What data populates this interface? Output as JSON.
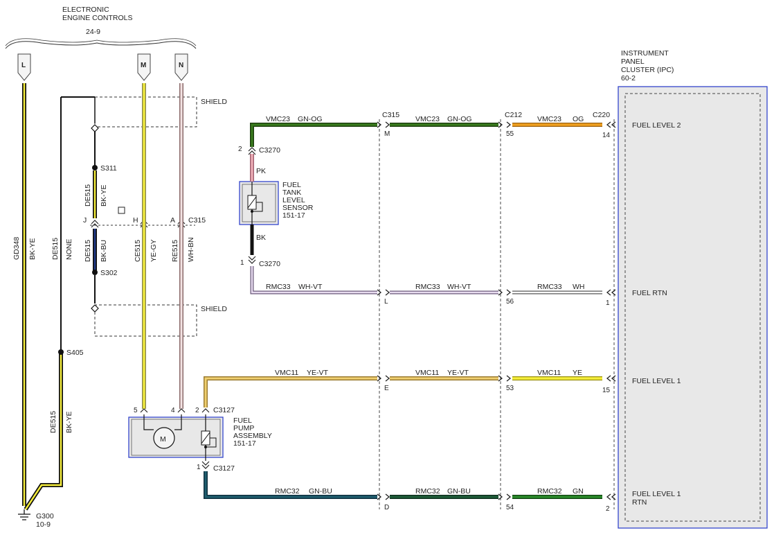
{
  "header": {
    "lines": [
      "ELECTRONIC",
      "ENGINE CONTROLS"
    ],
    "ref": "24-9",
    "tabs": [
      "L",
      "M",
      "N"
    ]
  },
  "ipc": {
    "lines": [
      "INSTRUMENT",
      "PANEL",
      "CLUSTER (IPC)",
      "60-2"
    ],
    "pins": [
      "FUEL LEVEL 2",
      "FUEL RTN",
      "FUEL LEVEL 1"
    ],
    "pin_rtn_lines": [
      "FUEL LEVEL 1",
      "RTN"
    ]
  },
  "shield_label": "SHIELD",
  "splices": {
    "s311": "S311",
    "s302": "S302",
    "s405": "S405"
  },
  "ground": {
    "name": "G300",
    "ref": "10-9"
  },
  "left_wires": {
    "gd348": "GD348",
    "gd348_color": "BK-YE",
    "de515_none": "DE515",
    "none_color": "NONE",
    "de515_bk_ye": "DE515",
    "bk_ye": "BK-YE",
    "de515_bk_bu": "DE515",
    "bk_bu": "BK-BU",
    "ce515": "CE515",
    "ye_gy": "YE-GY",
    "re515": "RE515",
    "wh_bn": "WH-BN",
    "de515_lower": "DE515",
    "bk_ye_lower": "BK-YE"
  },
  "c315_left": {
    "name": "C315",
    "pins": [
      "J",
      "H",
      "A"
    ]
  },
  "sensor": {
    "lines": [
      "FUEL",
      "TANK",
      "LEVEL",
      "SENSOR",
      "151-17"
    ],
    "c3270": "C3270",
    "pin_top": "2",
    "pin_bottom": "1",
    "wire_top": "PK",
    "wire_bottom": "BK"
  },
  "pump": {
    "lines": [
      "FUEL",
      "PUMP",
      "ASSEMBLY",
      "151-17"
    ],
    "c3127": "C3127",
    "pins": [
      "5",
      "4",
      "2"
    ],
    "pin_bottom": "1",
    "motor": "M"
  },
  "connectors": {
    "c315": "C315",
    "c212": "C212",
    "c220": "C220"
  },
  "rows": [
    {
      "c315_pin": "M",
      "c212_pin": "55",
      "c220_pin": "14",
      "seg1": {
        "circuit": "VMC23",
        "color": "GN-OG"
      },
      "seg2": {
        "circuit": "VMC23",
        "color": "GN-OG"
      },
      "seg3": {
        "circuit": "VMC23",
        "color": "OG"
      }
    },
    {
      "c315_pin": "L",
      "c212_pin": "56",
      "c220_pin": "1",
      "seg1": {
        "circuit": "RMC33",
        "color": "WH-VT"
      },
      "seg2": {
        "circuit": "RMC33",
        "color": "WH-VT"
      },
      "seg3": {
        "circuit": "RMC33",
        "color": "WH"
      }
    },
    {
      "c315_pin": "E",
      "c212_pin": "53",
      "c220_pin": "15",
      "seg1": {
        "circuit": "VMC11",
        "color": "YE-VT"
      },
      "seg2": {
        "circuit": "VMC11",
        "color": "YE-VT"
      },
      "seg3": {
        "circuit": "VMC11",
        "color": "YE"
      }
    },
    {
      "c315_pin": "D",
      "c212_pin": "54",
      "c220_pin": "2",
      "seg1": {
        "circuit": "RMC32",
        "color": "GN-BU"
      },
      "seg2": {
        "circuit": "RMC32",
        "color": "GN-BU"
      },
      "seg3": {
        "circuit": "RMC32",
        "color": "GN"
      }
    }
  ],
  "colors": {
    "black": "#111111",
    "yellow": "#f5ee3a",
    "green": "#3a7d1e",
    "orange": "#f0a020",
    "pink": "#f0b0b8",
    "violet": "#c8a6d8",
    "white": "#ffffff",
    "blue": "#1f3a8a",
    "teal": "#1f5f6f",
    "brown": "#b88a7a",
    "gray": "#b0b0b0",
    "frame": "#3344cc",
    "dark_green": "#1f5f3a"
  }
}
